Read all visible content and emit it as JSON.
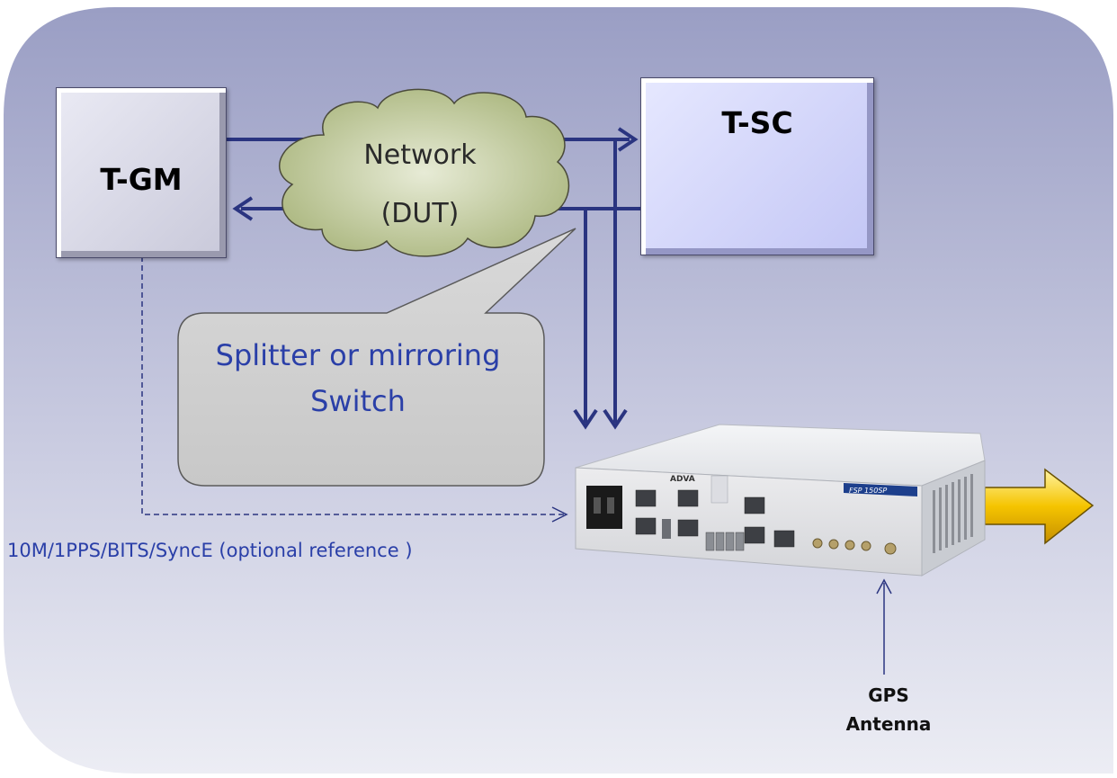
{
  "nodes": {
    "tgm": "T-GM",
    "tsc": "T-SC",
    "network_line1": "Network",
    "network_line2": "(DUT)"
  },
  "callout": {
    "line1": "Splitter or mirroring",
    "line2": "Switch"
  },
  "reference_label": "10M/1PPS/BITS/SyncE (optional reference )",
  "gps": {
    "line1": "GPS",
    "line2": "Antenna"
  },
  "device": {
    "brand": "ADVA",
    "model": "FSP 150SP"
  },
  "colors": {
    "background_top": "#9a9ec4",
    "background_bottom": "#e6e7f1",
    "link_blue": "#2a3480",
    "text_blue": "#2a3fa8",
    "cloud_fill": "#c9d3a6",
    "output_arrow": "#f2c200"
  }
}
